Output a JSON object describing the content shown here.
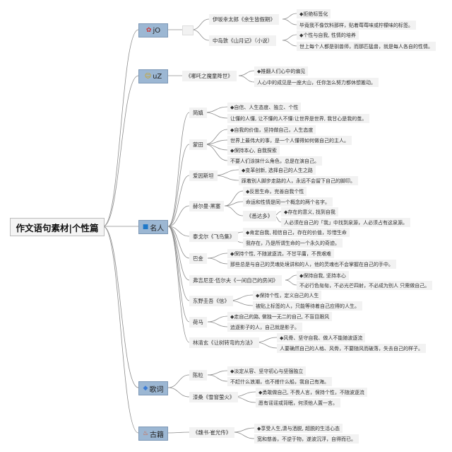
{
  "root": "作文语句素材|个性篇",
  "categories": [
    {
      "label": "jO",
      "icon": "✿",
      "icon_color": "#cc3333"
    },
    {
      "label": "uZ",
      "icon": "☺",
      "icon_color": "#d4a000"
    },
    {
      "label": "名人",
      "icon": "■",
      "icon_color": "#1e78c8"
    },
    {
      "label": "歌词",
      "icon": "◆",
      "icon_color": "#3a7bd5"
    },
    {
      "label": "古籍",
      "icon": "♨",
      "icon_color": "#e05020"
    }
  ],
  "nodes": {
    "n1": "伊坂幸太郎《余生皆假期》",
    "n2": "中岛敦《山月记》（小说）",
    "n3": "《哪吒之魔童降世》",
    "n4": "简嫃",
    "n5": "蒙田",
    "n6": "爱因斯坦",
    "n7": "赫尔曼·黑塞",
    "n8": "《悉达多》",
    "n9": "泰戈尔《飞鸟集》",
    "n10": "巴金",
    "n11": "弗吉尼亚·伍尔夫《一间自己的房间》",
    "n12": "东野圭吾《信》",
    "n13": "荷马",
    "n14": "林清玄《让树转弯的方法》",
    "n15": "陈粒",
    "n16": "漆桑《雪窗萤火》",
    "n17": "《魏书·崔光传》"
  },
  "leaves": {
    "l1": "◆拒绝标签化",
    "l2": "毕竟我不像饮料那样，贴着莓莓味或柠檬味的标签。",
    "l3": "◆个性与自我, 性情的培养",
    "l4": "世上每个人都是驯兽师，而那匹猛兽，就是每人各自的性情。",
    "l5": "◆推翻人们心中的偏见",
    "l6": "人心中的成见是一座大山，任你怎么努力都休想搬动。",
    "l7": "◆自信、人生态度、独立、个性",
    "l8": "让懂的人懂, 让不懂的人不懂:让世界是世界, 我甘心是我的茧。",
    "l9": "◆自我的价值，坚持做自己，人生态度",
    "l10": "世界上最伟大的事，是一个人懂得如何做自己的主人。",
    "l11": "◆保持本心, 自我探索",
    "l12": "不要人们涂抹什么角色，总是在演自己。",
    "l13": "◆变革创新, 选择自己的人生之路",
    "l14": "踩着别人脚步走路的人，永远不会留下自己的脚印。",
    "l15": "◆反思生命，完善自我个性",
    "l16": "命运和性情是同一个概念的两个名字。",
    "l17": "◆存在的意义, 找到自我",
    "l18": "人必须在自己的「我」中找到泉源，人必须占有这泉源。",
    "l19": "◆肯定自我, 相信自己，存在的价值，珍惜生命",
    "l20": "我存在，乃是所谓生命的一个永久的奇迹。",
    "l21": "◆保持个性, 不随波逐流，不甘平庸，不畏艰难",
    "l22": "那些总是与自己的灵魂处境讲和的人，他的灵魂也不会掌握在自己的手中。",
    "l23": "◆保持自我, 坚持本心",
    "l24": "不必行色匆匆，不必光芒四射，不必成为别人 只需做自己。",
    "l25": "◆保持个性，定义自己的人生",
    "l26": "被贴上标签的人，只能等待着自己应得的人生。",
    "l27": "◆走自己的路, 做独一无二的自己, 不盲目跟风",
    "l28": "追逐影子的人，自己就是影子。",
    "l29": "◆风骨、坚守自我、做人不能随波逐流",
    "l30": "人要确然自己的人格、风骨，不要随风而破落，失去自己的样子。",
    "l31": "◆淡定从容、坚守初心与坚强独立",
    "l32": "不赶什么浪潮，也不搭什么船，我自己有海。",
    "l33": "◆勇敢做自己, 不畏人言，保持个性，不随波逐流",
    "l34": "愿有谣谣或背眠，何须他人置一言。",
    "l35": "◆享受人生,潇与洒脱, 超脱的生活心态",
    "l36": "宽和慈善，不逆于物，遂波沉浮，自得而已。"
  }
}
